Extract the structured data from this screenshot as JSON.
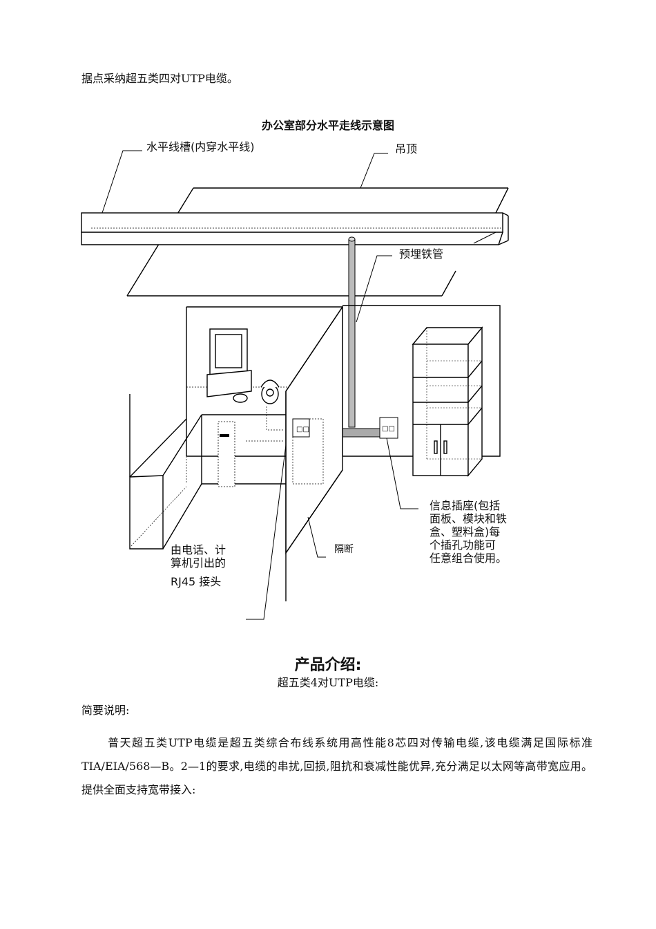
{
  "intro_line": "据点采纳超五类四对UTP电缆。",
  "diagram": {
    "title": "办公室部分水平走线示意图",
    "labels": {
      "trunking": "水平线槽(内穿水平线)",
      "ceiling": "吊顶",
      "conduit": "预埋铁管",
      "outlet_1": "信息插座(包括",
      "outlet_2": "面板、模块和铁",
      "outlet_3": "盒、塑料盒)每",
      "outlet_4": "个插孔功能可",
      "outlet_5": "任意组合使用。",
      "partition": "隔断",
      "rj45_1": "由电话、计",
      "rj45_2": "算机引出的",
      "rj45_3": "RJ45 接头"
    }
  },
  "product": {
    "heading": "产品介绍:",
    "subtitle": "超五类4对UTP电缆:",
    "summary_label": "简要说明:",
    "paragraph": "普天超五类UTP电缆是超五类综合布线系统用高性能8芯四对传输电缆,该电缆满足国际标准TIA/EIA/568—B。2—1的要求,电缆的串扰,回损,阻抗和衰减性能优异,充分满足以太网等高带宽应用。提供全面支持宽带接入:"
  }
}
